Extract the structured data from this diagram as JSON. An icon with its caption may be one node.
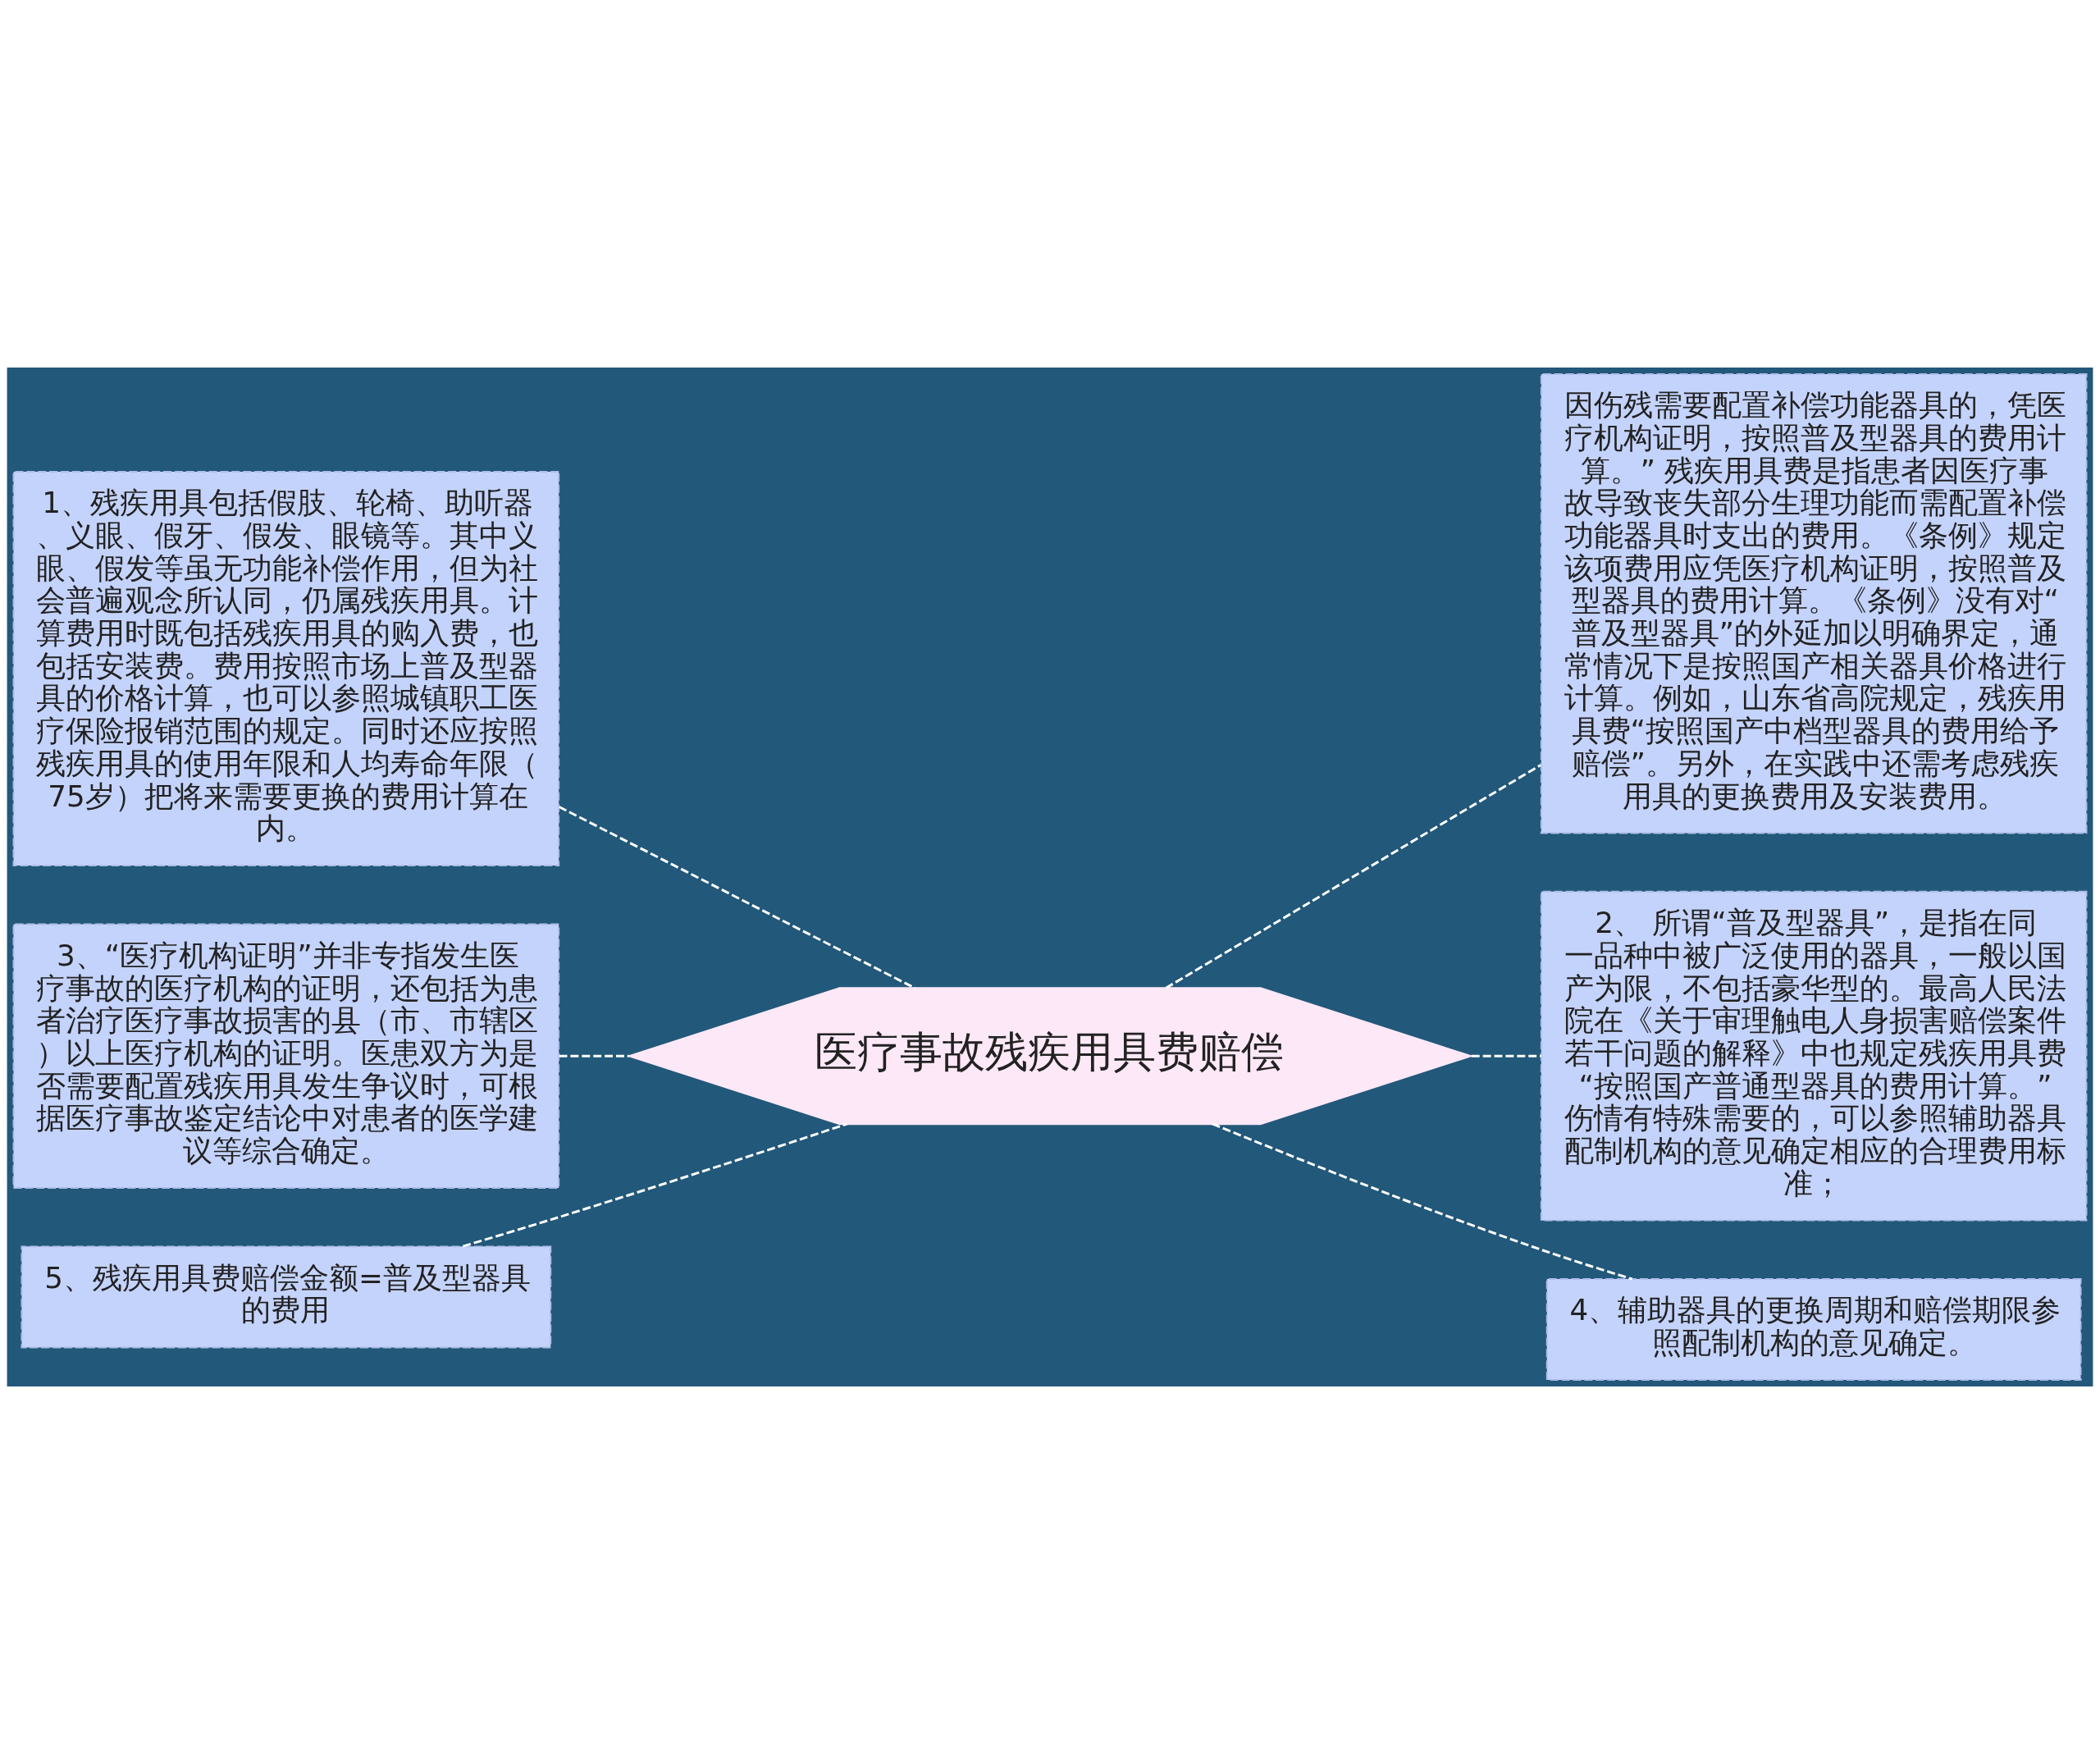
{
  "diagram": {
    "nodes": [
      {
        "text": [
          "医疗事故残疾用具费赔偿"
        ]
      },
      {
        "text": [
          "1、残疾用具包括假肢、轮椅、助听器、义眼、假牙、假发、眼镜等。其中义眼、假发等虽无功能补偿作用，但为社会普遍观念所认同，仍属残疾用具。计算费用时既包括残疾用具的购入费，也包括安装费。费用按照市场上普及型器具的价格计算，也可以参照城镇职工医疗保险报销范围的规定。同时还应按照残疾用具的使用年限和人均寿命年限（75岁）把将来需要更换的费用计算在内。"
        ]
      },
      {
        "text": [
          "3、“医疗机构证明”并非专指发生医疗事故的医疗机构的证明，还包括为患者治疗医疗事故损害的县（市、市辖区）以上医疗机构的证明。医患双方为是否需要配置残疾用具发生争议时，可根据医疗事故鉴定结论中对患者的医学建议等综合确定。"
        ]
      },
      {
        "text": [
          "5、残疾用具费赔偿金额=普及型器具的费用"
        ]
      },
      {
        "text": [
          "因伤残需要配置补偿功能器具的，凭医疗机构证明，按照普及型器具的费用计算。” 残疾用具费是指患者因医疗事故导致丧失部分生理功能而需配置补偿功能器具时支出的费用。《条例》规定该项费用应凭医疗机构证明，按照普及型器具的费用计算。《条例》没有对“普及型器具”的外延加以明确界定，通常情况下是按照国产相关器具价格进行计算。例如，山东省高院规定，残疾用具费“按照国产中档型器具的费用给予赔偿”。另外，在实践中还需考虑残疾用具的更换费用及安装费用。"
        ]
      },
      {
        "text": [
          "2、 所谓“普及型器具”，是指在同一品种中被广泛使用的器具，一般以国产为限，不包括豪华型的。最高人民法院在《关于审理触电人身损害赔偿案件若干问题的解释》中也规定残疾用具费“按照国产普通型器具的费用计算。”伤情有特殊需要的，可以参照辅助器具配制机构的意见确定相应的合理费用标准；"
        ]
      },
      {
        "text": [
          "4、辅助器具的更换周期和赔偿期限参照配制机构的意见确定。"
        ]
      }
    ],
    "edges": [
      {
        "from": 0,
        "to": 1,
        "arrow": "none",
        "style": "dashed"
      },
      {
        "from": 0,
        "to": 2,
        "arrow": "none",
        "style": "dashed"
      },
      {
        "from": 0,
        "to": 3,
        "arrow": "none",
        "style": "dashed"
      },
      {
        "from": 0,
        "to": 4,
        "arrow": "none",
        "style": "dashed"
      },
      {
        "from": 0,
        "to": 5,
        "arrow": "none",
        "style": "dashed"
      },
      {
        "from": 0,
        "to": 6,
        "arrow": "none",
        "style": "dashed"
      }
    ]
  }
}
